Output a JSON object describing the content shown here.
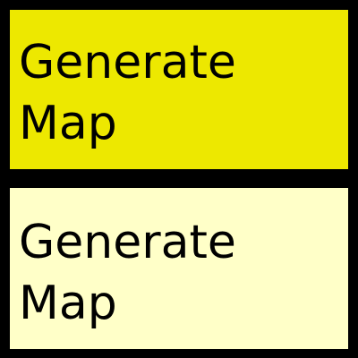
{
  "buttons": [
    {
      "label_line1": "Generate",
      "label_line2": "Map",
      "background": "#ede800",
      "state": "active"
    },
    {
      "label_line1": "Generate",
      "label_line2": "Map",
      "background": "#ffffc8",
      "state": "normal"
    }
  ],
  "colors": {
    "page_background": "#000000",
    "text": "#000000"
  }
}
